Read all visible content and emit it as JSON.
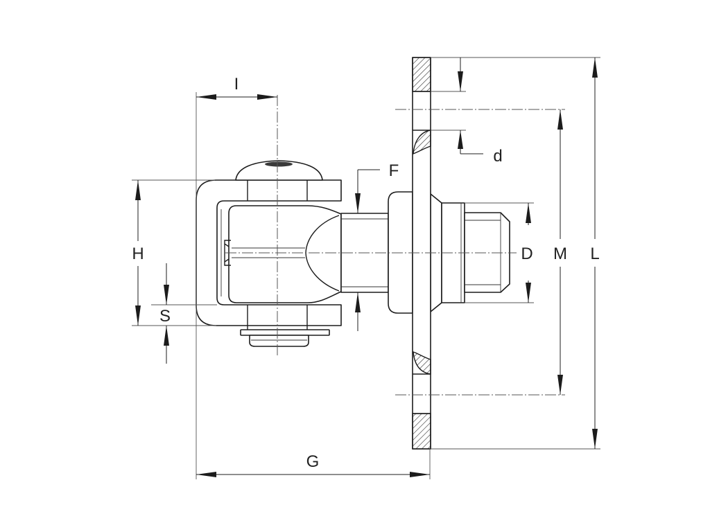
{
  "dimensions": {
    "I": "I",
    "F": "F",
    "d": "d",
    "H": "H",
    "S": "S",
    "D": "D",
    "M": "M",
    "L": "L",
    "G": "G"
  }
}
